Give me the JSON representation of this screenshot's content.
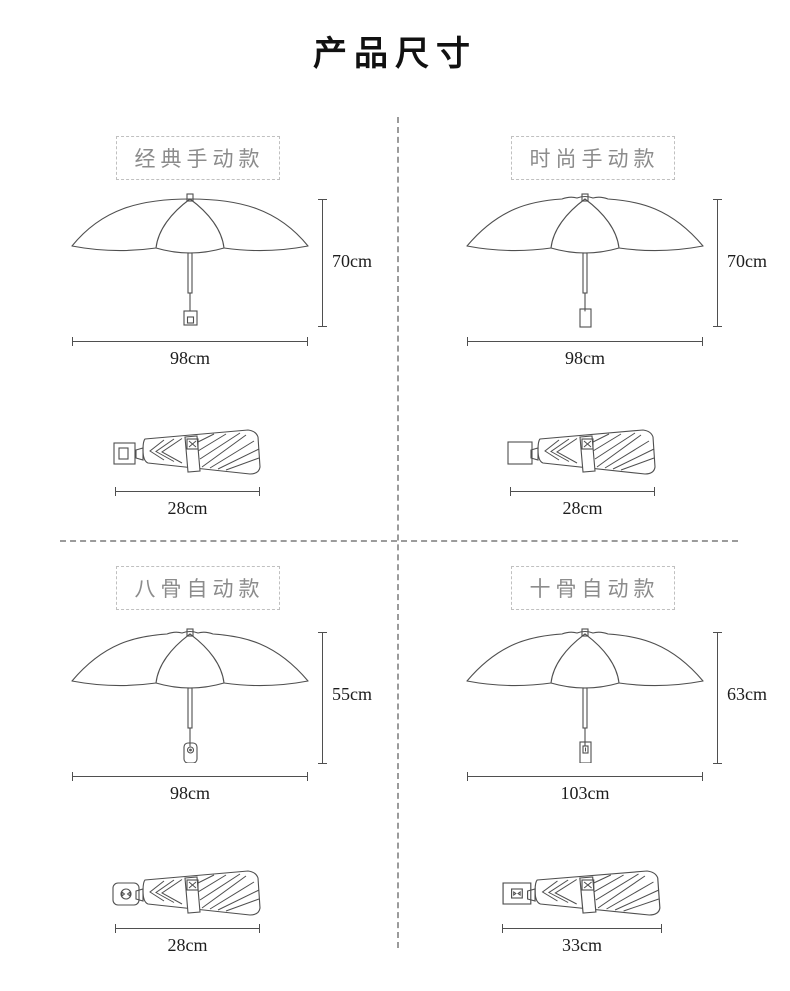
{
  "page": {
    "title": "产品尺寸"
  },
  "colors": {
    "background": "#ffffff",
    "title_text": "#111111",
    "label_text": "#8c8c8c",
    "label_border": "#c0c0c0",
    "divider": "#9b9b9b",
    "line_art": "#4f4f4f",
    "dimension_text": "#1d1d1d"
  },
  "panels": [
    {
      "id": "classic-manual",
      "label": "经典手动款",
      "open_height": "70cm",
      "open_width": "98cm",
      "folded_length": "28cm"
    },
    {
      "id": "fashion-manual",
      "label": "时尚手动款",
      "open_height": "70cm",
      "open_width": "98cm",
      "folded_length": "28cm"
    },
    {
      "id": "eight-rib-auto",
      "label": "八骨自动款",
      "open_height": "55cm",
      "open_width": "98cm",
      "folded_length": "28cm"
    },
    {
      "id": "ten-rib-auto",
      "label": "十骨自动款",
      "open_height": "63cm",
      "open_width": "103cm",
      "folded_length": "33cm"
    }
  ]
}
